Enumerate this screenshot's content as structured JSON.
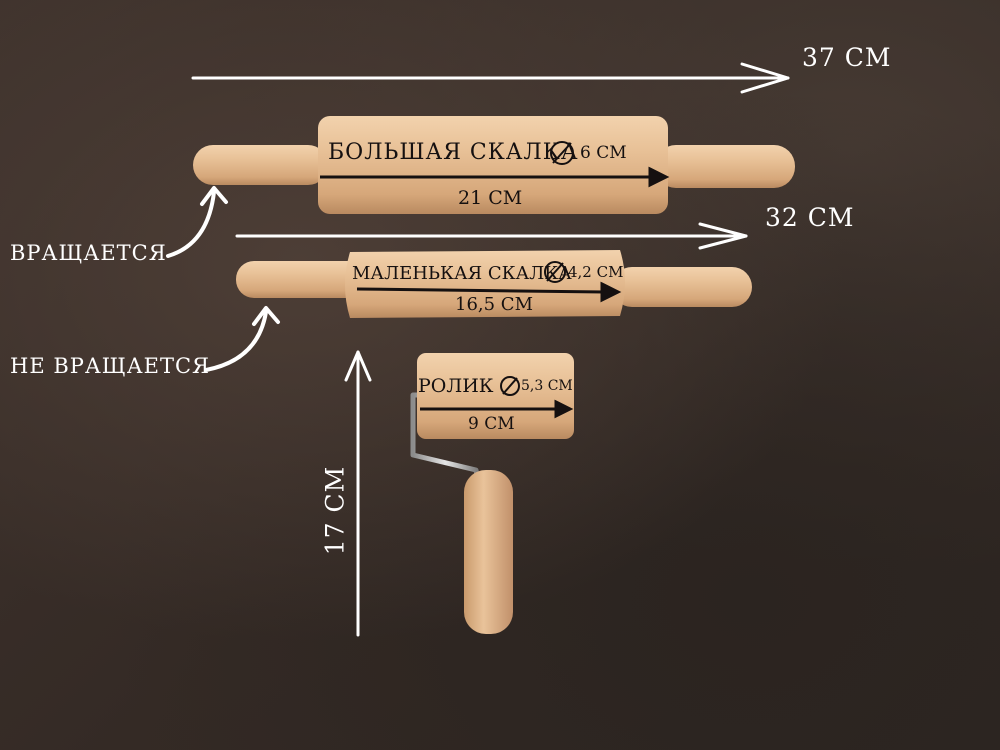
{
  "dimensions": {
    "total_top": "37 СМ",
    "total_middle": "32 СМ",
    "total_roller": "17 СМ"
  },
  "big_pin": {
    "name": "БОЛЬШАЯ СКАЛКА",
    "diameter": "6 СМ",
    "length": "21 СМ"
  },
  "small_pin": {
    "name": "МАЛЕНЬКАЯ СКАЛКА",
    "diameter": "4,2 СМ",
    "length": "16,5 СМ"
  },
  "roller": {
    "name": "РОЛИК",
    "diameter": "5,3 СМ",
    "length": "9 СМ"
  },
  "notes": {
    "rotates": "ВРАЩАЕТСЯ",
    "not_rotates": "НЕ ВРАЩАЕТСЯ"
  },
  "colors": {
    "background": "#3a2f2a",
    "wood": "#e3b98f",
    "annotation": "#ffffff"
  }
}
